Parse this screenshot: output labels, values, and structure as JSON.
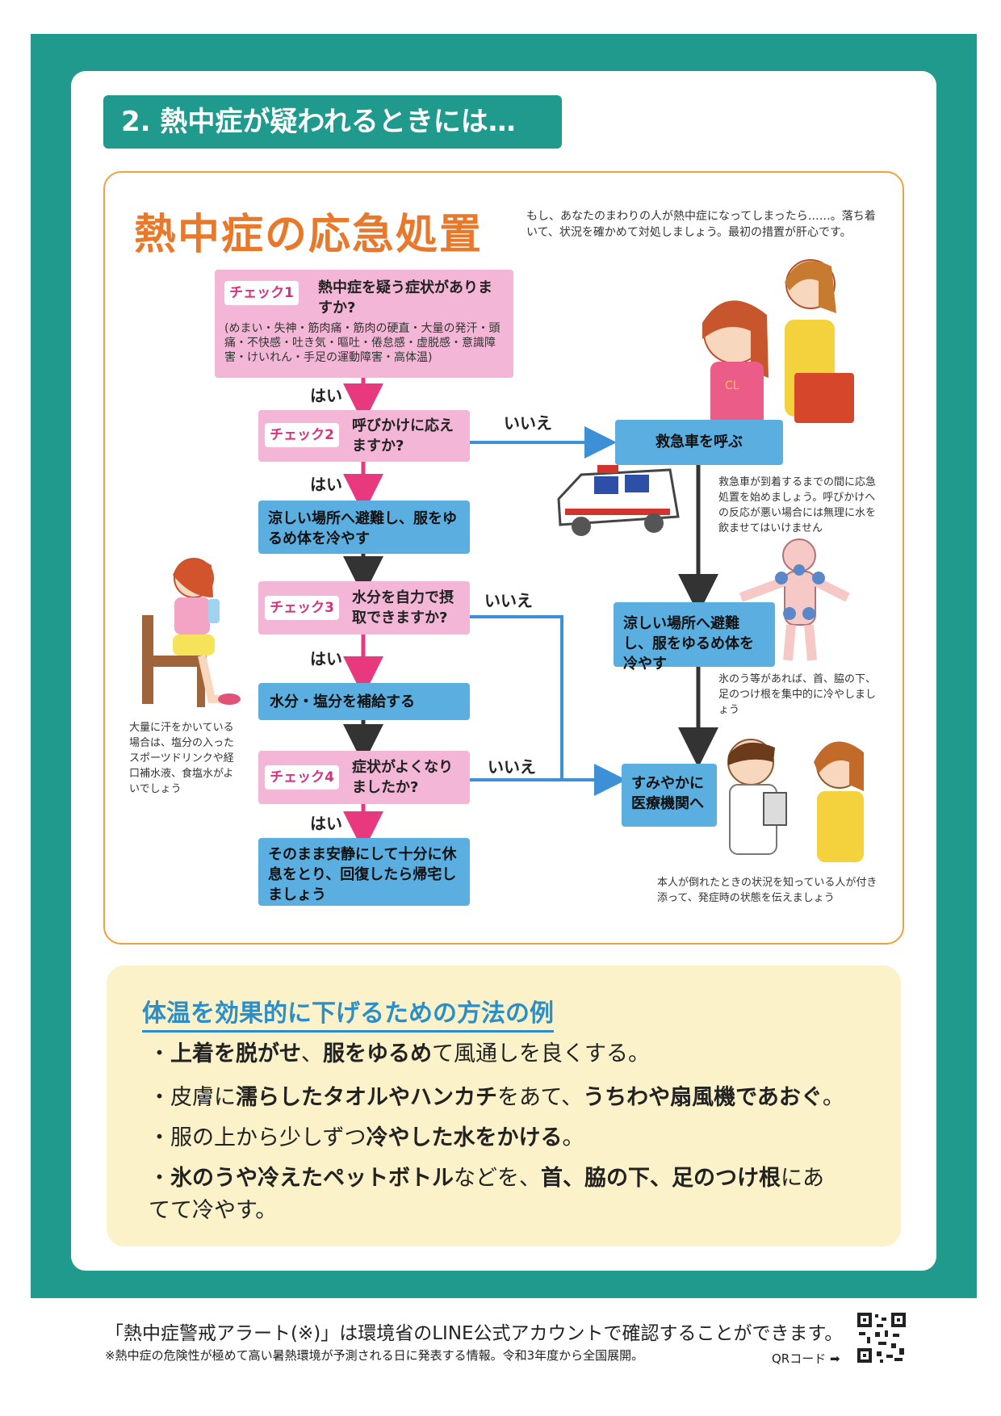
{
  "section": {
    "title": "2. 熱中症が疑われるときには…"
  },
  "flow": {
    "title": "熱中症の応急処置",
    "intro": "もし、あなたのまわりの人が熱中症になってしまったら……。落ち着いて、状況を確かめて対処しましょう。最初の措置が肝心です。",
    "check1": {
      "tag": "チェック1",
      "question": "熱中症を疑う症状がありますか?",
      "symptoms": "(めまい・失神・筋肉痛・筋肉の硬直・大量の発汗・頭痛・不快感・吐き気・嘔吐・倦怠感・虚脱感・意識障害・けいれん・手足の運動障害・高体温)"
    },
    "check2": {
      "tag": "チェック2",
      "question": "呼びかけに応えますか?"
    },
    "check3": {
      "tag": "チェック3",
      "question": "水分を自力で摂取できますか?"
    },
    "check4": {
      "tag": "チェック4",
      "question": "症状がよくなりましたか?"
    },
    "yes": "はい",
    "no": "いいえ",
    "action_cool": "涼しい場所へ避難し、服をゆるめ体を冷やす",
    "action_water": "水分・塩分を補給する",
    "action_rest": "そのまま安静にして十分に休息をとり、回復したら帰宅しましょう",
    "action_ambulance": "救急車を呼ぶ",
    "action_cool_right": "涼しい場所へ避難し、服をゆるめ体を冷やす",
    "action_hospital": "すみやかに医療機関へ",
    "note_ambulance": "救急車が到着するまでの間に応急処置を始めましょう。呼びかけへの反応が悪い場合には無理に水を飲ませてはいけません",
    "note_ice": "氷のう等があれば、首、脇の下、足のつけ根を集中的に冷やしましょう",
    "note_sweat": "大量に汗をかいている場合は、塩分の入ったスポーツドリンクや経口補水液、食塩水がよいでしょう",
    "note_witness": "本人が倒れたときの状況を知っている人が付き添って、発症時の状態を伝えましょう",
    "ambulance_label": "CL"
  },
  "methods": {
    "title": "体温を効果的に下げるための方法の例",
    "items": [
      {
        "a": "・",
        "b1": "上着を脱がせ",
        "c": "、",
        "b2": "服をゆるめ",
        "d": "て風通しを良くする。"
      },
      {
        "a": "・皮膚に",
        "b1": "濡らしたタオルやハンカチ",
        "c": "をあて、",
        "b2": "うちわや扇風機であおぐ",
        "d": "。"
      },
      {
        "a": "・服の上から少しずつ",
        "b1": "冷やした水をかける",
        "c": "",
        "b2": "",
        "d": "。"
      },
      {
        "a": "・",
        "b1": "氷のうや冷えたペットボトル",
        "c": "などを、",
        "b2": "首、脇の下、足のつけ根",
        "d": "にあてて冷やす。"
      }
    ]
  },
  "footer": {
    "main": "「熱中症警戒アラート(※)」は環境省のLINE公式アカウントで確認することができます。",
    "note": "※熱中症の危険性が極めて高い暑熱環境が予測される日に発表する情報。令和3年度から全国展開。",
    "qr_label": "QRコード ➡"
  },
  "colors": {
    "teal": "#1f9a8c",
    "orange": "#e8792a",
    "pink": "#f3b6d6",
    "blue": "#5aaee0",
    "arrow_pink": "#e8397f",
    "arrow_blue": "#3d8fd6",
    "cream": "#fbf2c9"
  }
}
